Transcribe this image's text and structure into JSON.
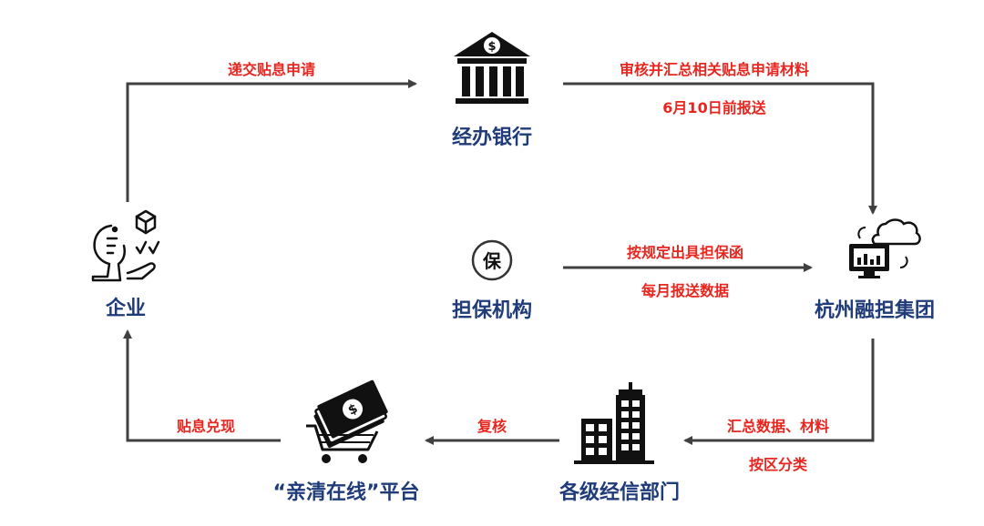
{
  "nodes": {
    "enterprise": "企业",
    "bank": "经办银行",
    "guarantor": "担保机构",
    "guarantor_badge": "保",
    "hangzhou_group": "杭州融担集团",
    "departments": "各级经信部门",
    "platform": "“亲清在线”平台"
  },
  "edges": {
    "submit": "递交贴息申请",
    "review_line1": "审核并汇总相关贴息申请材料",
    "review_line2": "6月10日前报送",
    "issue_line1": "按规定出具担保函",
    "issue_line2": "每月报送数据",
    "summarize_line1": "汇总数据、材料",
    "summarize_line2": "按区分类",
    "recheck": "复核",
    "cash": "贴息兑现"
  },
  "icons": {
    "enterprise": "person-robot-cube-icon",
    "bank": "bank-icon",
    "guarantor": "guarantee-badge-icon",
    "hangzhou_group": "monitor-cloud-icon",
    "departments": "office-buildings-icon",
    "platform": "money-cart-icon"
  },
  "colors": {
    "node_label": "#1f3b7a",
    "edge_label": "#e8261f",
    "arrow": "#404040",
    "icon": "#111111"
  }
}
